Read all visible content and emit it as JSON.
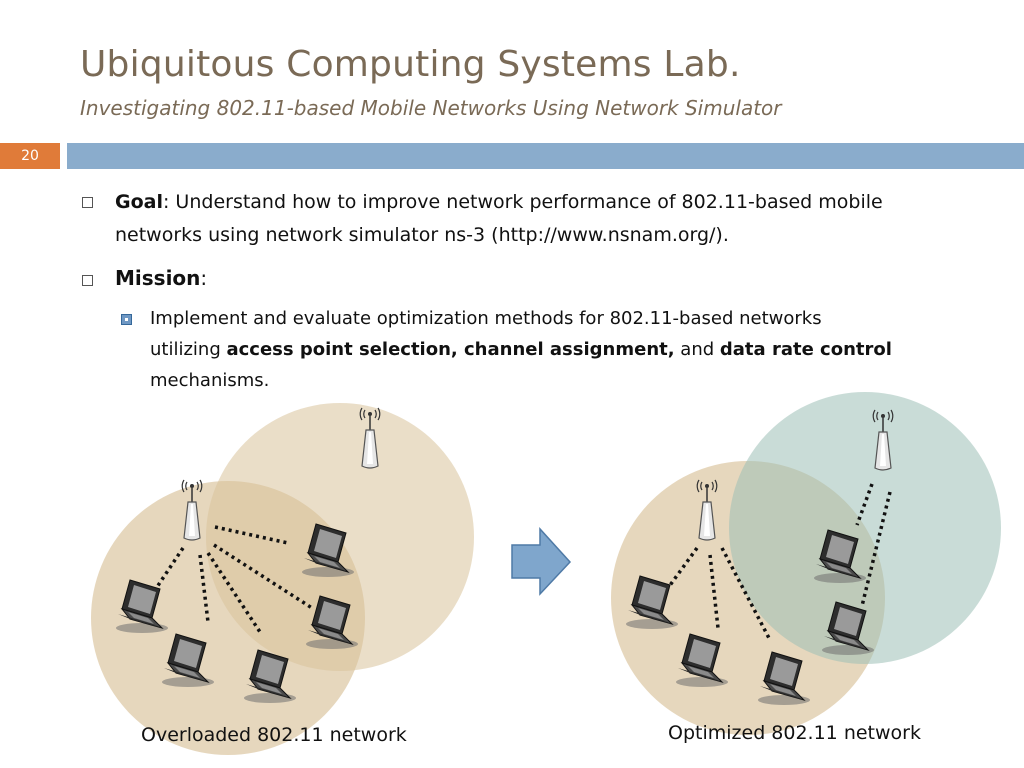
{
  "slide": {
    "title": "Ubiquitous Computing Systems Lab.",
    "subtitle": "Investigating 802.11-based Mobile Networks Using Network Simulator",
    "number": "20"
  },
  "goal": {
    "label": "Goal",
    "sep": ":",
    "text_line1": " Understand how to improve network performance of 802.11-based mobile",
    "text_line2": "networks using network simulator ns-3 (http://www.nsnam.org/)."
  },
  "mission": {
    "label": "Mission",
    "sep": ":",
    "sub": {
      "line1": "Implement and evaluate optimization methods for 802.11-based networks",
      "line2_prefix": "utilizing ",
      "bold1": "access point selection, channel assignment,",
      "mid": " and ",
      "bold2": "data rate control",
      "line3": "mechanisms."
    }
  },
  "diagrams": {
    "left_caption": "Overloaded 802.11 network",
    "right_caption": "Optimized 802.11 network"
  },
  "colors": {
    "accent": "#e07b39",
    "band": "#8aaccc",
    "title": "#7a6a56",
    "coverage_tan": "#d9c29a",
    "coverage_teal": "#9dc0b6",
    "arrow": "#7fa6cc"
  }
}
